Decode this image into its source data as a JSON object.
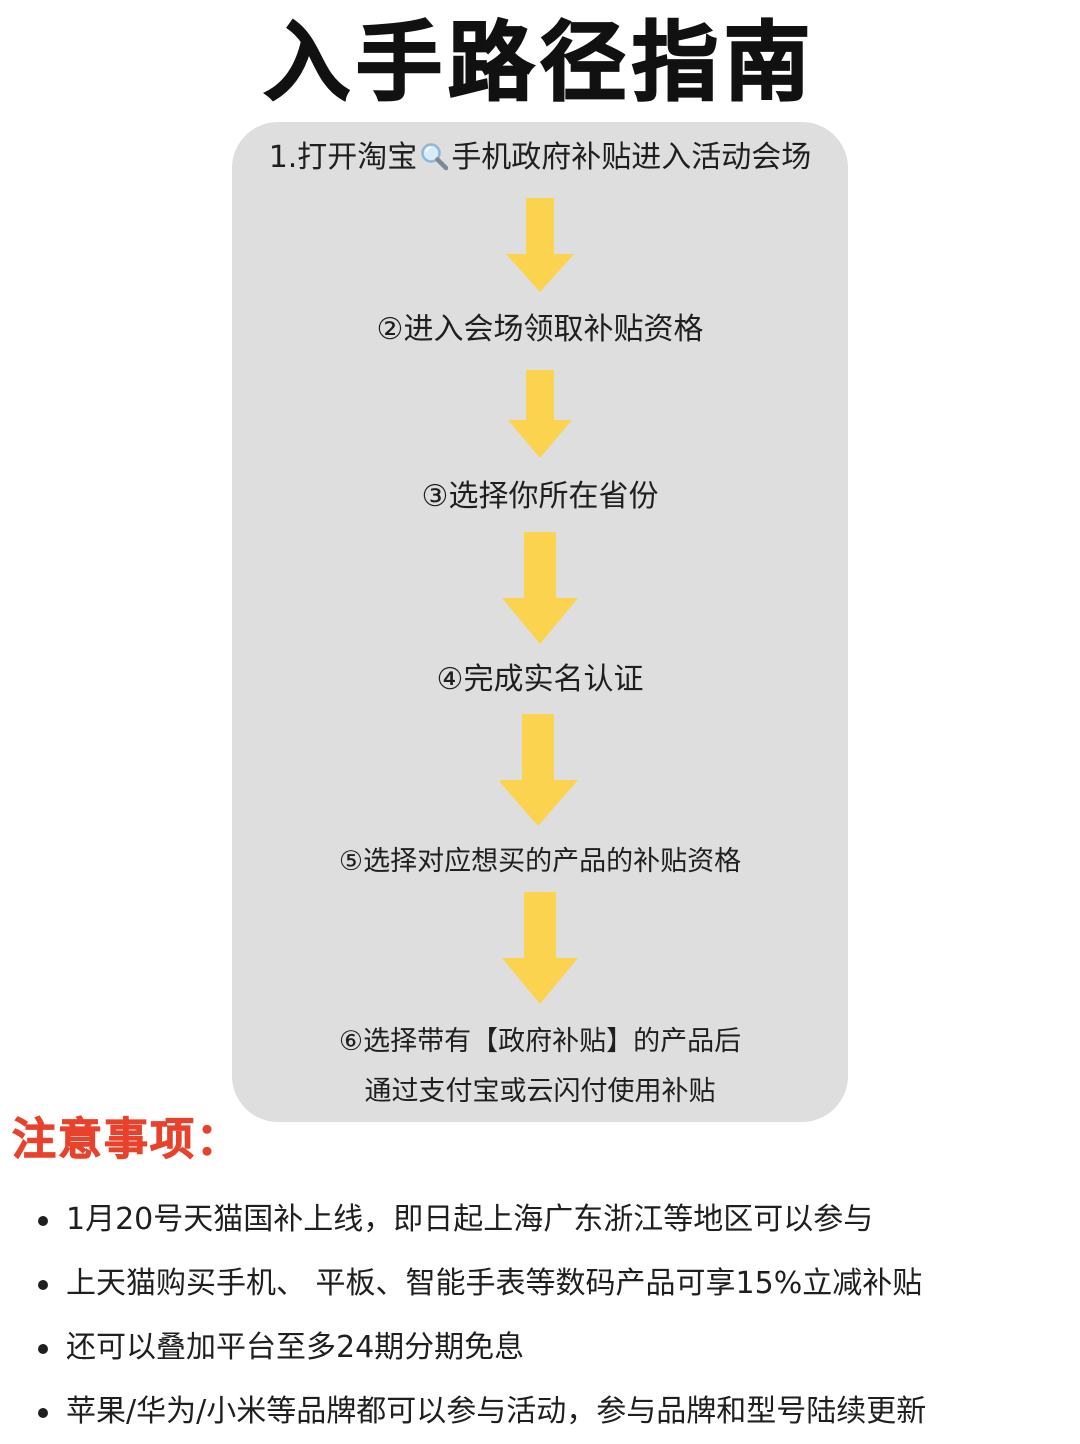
{
  "title": "入手路径指南",
  "steps": [
    {
      "before_icon": "1.打开淘宝",
      "icon": "search-icon",
      "after_icon": "手机政府补贴进入活动会场"
    },
    {
      "text": "②进入会场领取补贴资格"
    },
    {
      "text": "③选择你所在省份"
    },
    {
      "text": "④完成实名认证"
    },
    {
      "text": "⑤选择对应想买的产品的补贴资格"
    },
    {
      "line1": "⑥选择带有【政府补贴】的产品后",
      "line2": "通过支付宝或云闪付使用补贴"
    }
  ],
  "arrow_color": "#fcd34f",
  "panel_color": "#dedede",
  "notice": {
    "title": "注意事项：",
    "color": "#e8412c",
    "items": [
      "1月20号天猫国补上线，即日起上海广东浙江等地区可以参与",
      "上天猫购买手机、 平板、智能手表等数码产品可享15%立减补贴",
      "还可以叠加平台至多24期分期免息",
      "苹果/华为/小米等品牌都可以参与活动，参与品牌和型号陆续更新"
    ]
  }
}
